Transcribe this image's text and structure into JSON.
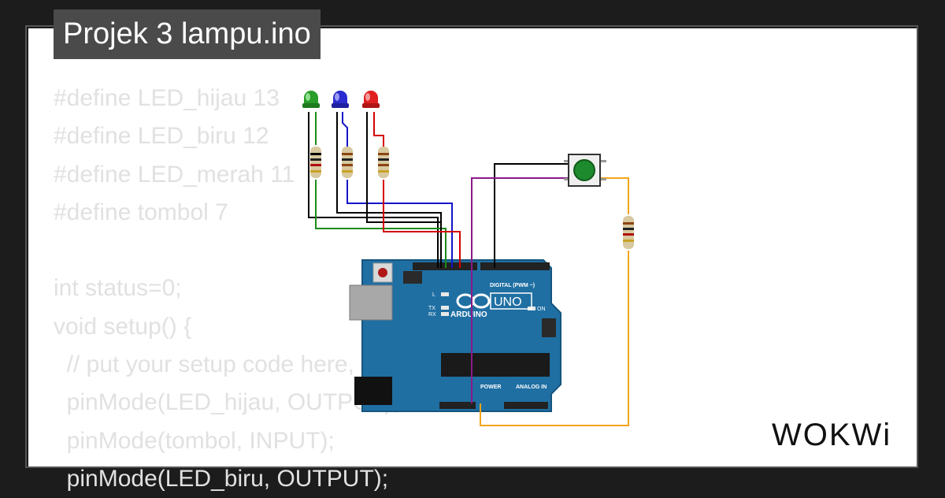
{
  "title": "Projek 3 lampu.ino",
  "code_lines": [
    "#define LED_hijau 13",
    "#define LED_biru 12",
    "#define LED_merah 11",
    "#define tombol 7",
    "",
    "int status=0;",
    "void setup() {",
    "  // put your setup code here, to run once:",
    "  pinMode(LED_hijau, OUTPUT);",
    "  pinMode(tombol, INPUT);",
    "  pinMode(LED_biru, OUTPUT);"
  ],
  "board": {
    "logo_text": "ARDUINO",
    "model": "UNO",
    "digital_label": "DIGITAL (PWM ~)",
    "power_label": "POWER",
    "analog_label": "ANALOG IN",
    "on_label": "ON",
    "l_label": "L",
    "tx_label": "TX",
    "rx_label": "RX"
  },
  "brand": "WOKWi",
  "colors": {
    "led_green": "#2a9d2a",
    "led_blue": "#2b2bd0",
    "led_red": "#e02020",
    "wire_black": "#000000",
    "wire_green": "#1a8a1a",
    "wire_blue": "#1414c8",
    "wire_red": "#d40000",
    "wire_purple": "#8a1a8a",
    "wire_orange": "#f2a51a",
    "board": "#1f6fa3",
    "button_cap": "#1e8a2e"
  }
}
